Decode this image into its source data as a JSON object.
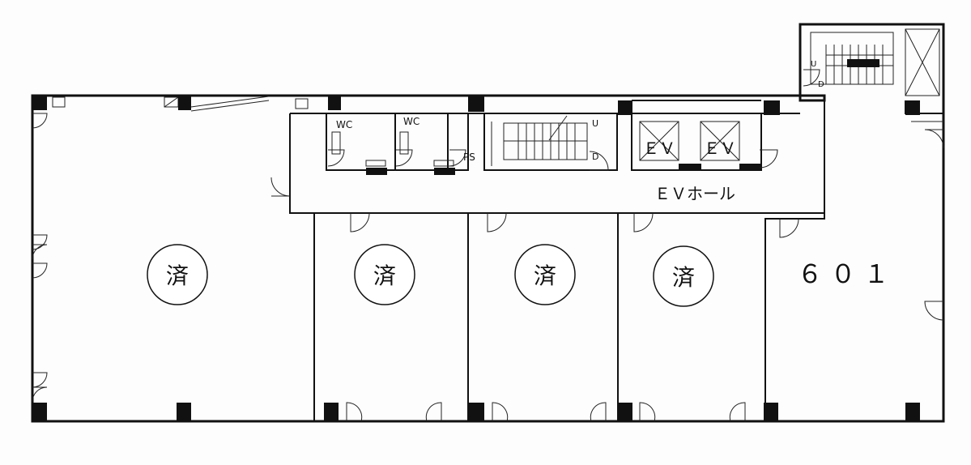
{
  "floorplan": {
    "labels": {
      "wc_left": "WC",
      "wc_right": "WC",
      "ps": "PS",
      "stair_up_center": "U",
      "stair_down_center": "D",
      "stair_up_top": "U",
      "stair_down_top": "D",
      "ev_left": "ＥＶ",
      "ev_right": "ＥＶ",
      "ev_hall": "ＥＶホール"
    },
    "units": [
      {
        "label": "済"
      },
      {
        "label": "済"
      },
      {
        "label": "済"
      },
      {
        "label": "済"
      },
      {
        "label": "６０１"
      }
    ]
  }
}
